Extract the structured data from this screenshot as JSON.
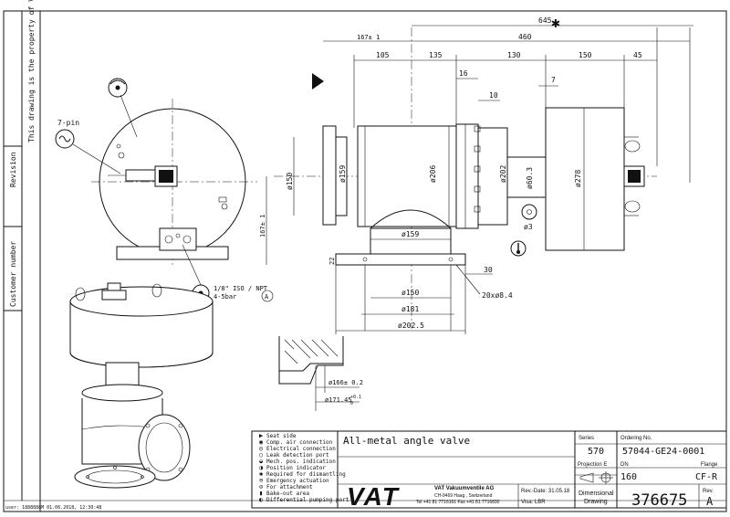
{
  "sidebar": {
    "property_note": "This drawing is the property of VAT.",
    "revision_label": "Revision",
    "customer_label": "Customer number"
  },
  "footer_user": "user: 1888888M  01.06.2018, 12:30:48",
  "top_dims": {
    "d645": "645",
    "d460": "460",
    "d167": "167± 1",
    "d105": "105",
    "d135": "135",
    "d130": "130",
    "d150": "150",
    "d45": "45",
    "d16": "16",
    "d10": "10",
    "d7": "7"
  },
  "side_dims": {
    "phi150": "ø150",
    "phi159": "ø159",
    "phi206": "ø206",
    "phi202": "ø202",
    "phi60": "ø60.3",
    "phi278": "ø278",
    "d167v": "167± 1",
    "d22": "22",
    "d30": "30",
    "phi3": "ø3",
    "holes": "20xø8.4",
    "b159": "ø159",
    "b150": "ø150",
    "b181": "ø181",
    "b2025": "ø202.5"
  },
  "detail_dims": {
    "d166": "ø166± 0.2",
    "d171": "ø171.45",
    "d171_tol_top": "+0.1",
    "d171_tol_bot": "0"
  },
  "front_labels": {
    "pin": "7-pin",
    "port1": "1/8\" ISO / NPT",
    "port2": "4-5bar",
    "marker_a": "A"
  },
  "legend": [
    "Seat side",
    "Comp. air connection",
    "Electrical connection",
    "Leak detection port",
    "Mech. pos. indication",
    "Position indicator",
    "Required for dismantling",
    "Emergency actuation",
    "For attachment",
    "Bake-out area",
    "Differential pumping port"
  ],
  "title_block": {
    "title": "All-metal angle valve",
    "series_label": "Series",
    "series_value": "570",
    "ordering_label": "Ordering No.",
    "ordering_value": "57044-GE24-0001",
    "projection_label": "Projection E",
    "dn_label": "DN",
    "dn_value": "160",
    "flange_label": "Flange",
    "flange_value": "CF-R",
    "company": "VAT Vakuumventile AG",
    "address": "CH-9469 Haag , Switzerland",
    "phone": "Tel +41 81 7716161 Fax +41 81 7716830",
    "rev_date": "Rev.-Date: 31.05.18",
    "visa": "Visa: LBR",
    "dimensional_label_1": "Dimensional",
    "dimensional_label_2": "Drawing",
    "drawing_number": "376675",
    "rev_label": "Rev.",
    "rev_value": "A",
    "logo": "VAT"
  }
}
